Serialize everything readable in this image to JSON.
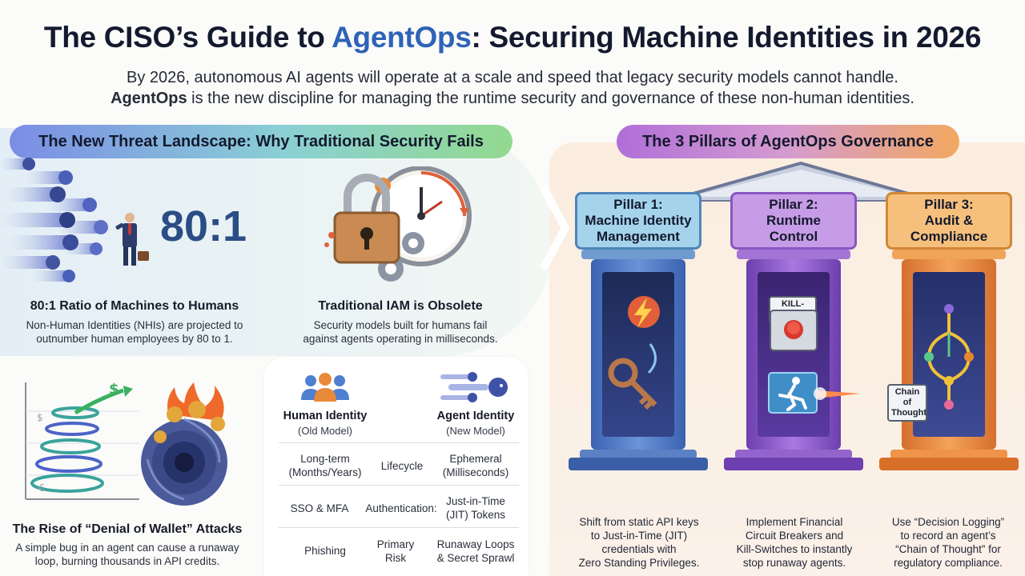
{
  "header": {
    "title_pre": "The CISO’s Guide to ",
    "title_accent": "AgentOps",
    "title_post": ": Securing Machine Identities in 2026",
    "subtitle_line1": "By 2026, autonomous AI agents will operate at a scale and speed that legacy security models cannot handle.",
    "subtitle_bold": "AgentOps",
    "subtitle_line2_rest": " is the new discipline for managing the runtime security and governance of these non-human identities."
  },
  "threats": {
    "heading": "The New Threat Landscape: Why Traditional Security Fails",
    "ratio": {
      "big_number": "80:1",
      "title": "80:1 Ratio of Machines to Humans",
      "text_line1": "Non-Human Identities (NHIs) are projected to",
      "text_line2": "outnumber human employees by 80 to 1."
    },
    "iam": {
      "title": "Traditional IAM is Obsolete",
      "text_line1": "Security models built for humans fail",
      "text_line2": "against agents operating in milliseconds."
    },
    "wallet": {
      "title": "The Rise of “Denial of Wallet” Attacks",
      "text_line1": "A simple bug in an agent can cause a runaway",
      "text_line2": "loop, burning thousands in API credits."
    }
  },
  "comparison": {
    "human_title": "Human Identity",
    "human_sub": "(Old Model)",
    "agent_title": "Agent Identity",
    "agent_sub": "(New Model)",
    "rows": [
      {
        "human_l1": "Long-term",
        "human_l2": "(Months/Years)",
        "label_l1": "Lifecycle",
        "label_l2": "",
        "agent_l1": "Ephemeral",
        "agent_l2": "(Milliseconds)"
      },
      {
        "human_l1": "SSO & MFA",
        "human_l2": "",
        "label_l1": "Authentication:",
        "label_l2": "",
        "agent_l1": "Just-in-Time",
        "agent_l2": "(JIT) Tokens"
      },
      {
        "human_l1": "Phishing",
        "human_l2": "",
        "label_l1": "Primary",
        "label_l2": "Risk",
        "agent_l1": "Runaway Loops",
        "agent_l2": "& Secret Sprawl"
      }
    ]
  },
  "pillars": {
    "heading": "The 3 Pillars of AgentOps Governance",
    "items": [
      {
        "l1": "Pillar 1:",
        "l2": "Machine Identity",
        "l3": "Management",
        "desc": [
          "Shift from static API keys",
          "to Just-in-Time (JIT)",
          "credentials with",
          "Zero Standing Privileges."
        ]
      },
      {
        "l1": "Pillar 2:",
        "l2": "Runtime",
        "l3": "Control",
        "desc": [
          "Implement Financial",
          "Circuit Breakers and",
          "Kill-Switches to instantly",
          "stop runaway agents."
        ]
      },
      {
        "l1": "Pillar 3:",
        "l2": "Audit &",
        "l3": "Compliance",
        "desc": [
          "Use “Decision Logging”",
          "to record an agent’s",
          "“Chain of Thought” for",
          "regulatory compliance."
        ]
      }
    ],
    "kill_switch_label": "KILL-SWITCH",
    "chain_label_l1": "Chain of",
    "chain_label_l2": "Thought"
  },
  "icons": {
    "ratio_illustration": "agent-swarm-vs-human-icon",
    "iam_illustration": "padlock-clock-gears-icon",
    "wallet_illustration": "money-vortex-fire-icon",
    "human_group": "people-group-icon",
    "agent_group": "robot-swarm-icon",
    "pillar1": "lightning-key-icon",
    "pillar2": "kill-switch-runner-icon",
    "pillar3": "decision-tree-icon"
  },
  "colors": {
    "accent": "#2f63b8",
    "pillar1": "#8fc9e6",
    "pillar2": "#b48ad8",
    "pillar3": "#f3b565"
  }
}
